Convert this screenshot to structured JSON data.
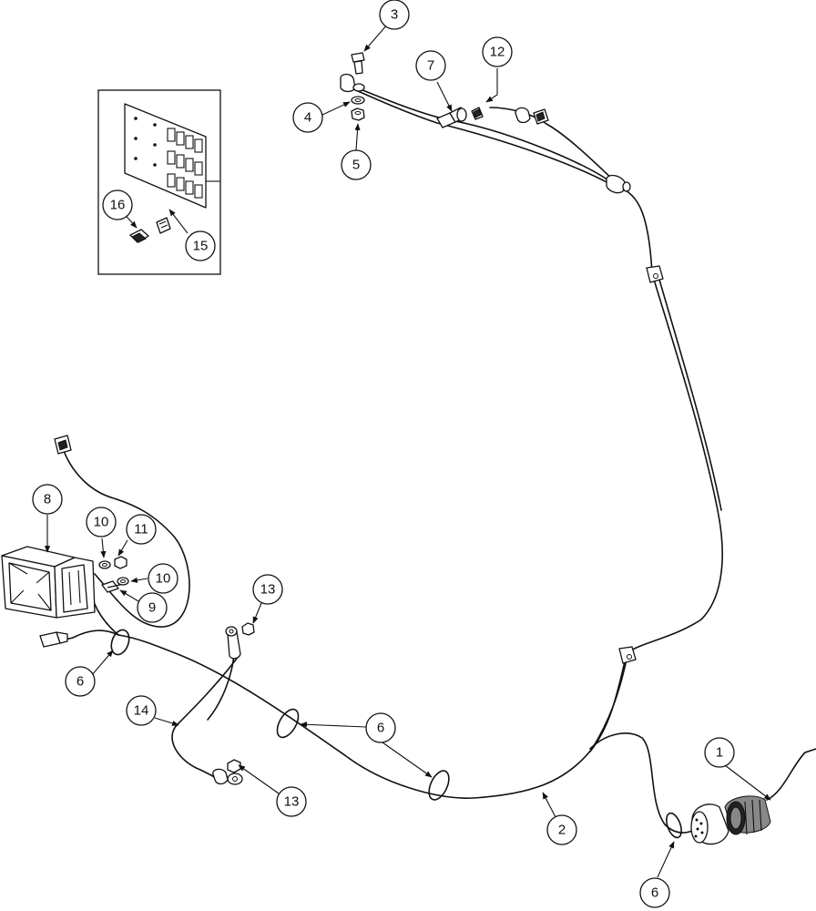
{
  "diagram": {
    "callouts": {
      "c1": "1",
      "c2": "2",
      "c3": "3",
      "c4": "4",
      "c5": "5",
      "c6a": "6",
      "c6b": "6",
      "c6c": "6",
      "c7": "7",
      "c8": "8",
      "c9": "9",
      "c10a": "10",
      "c10b": "10",
      "c11": "11",
      "c12": "12",
      "c13a": "13",
      "c13b": "13",
      "c14": "14",
      "c15": "15",
      "c16": "16"
    }
  }
}
